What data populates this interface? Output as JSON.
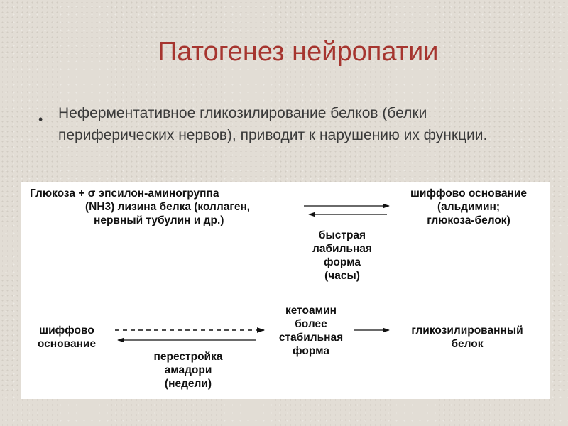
{
  "slide": {
    "title": "Патогенез нейропатии",
    "bullet": "Неферментативное гликозилирование белков (белки периферических нервов), приводит к нарушению их функции."
  },
  "diagram": {
    "glucose_line1": "Глюкоза + σ эпсилон-аминогруппа",
    "glucose_line2": "(NH3) лизина белка (коллаген,",
    "glucose_line3": "нервный тубулин и  др.)",
    "schiff_top_line1": "шиффово основание",
    "schiff_top_line2": "(альдимин;",
    "schiff_top_line3": "глюкоза-белок)",
    "labile_line1": "быстрая",
    "labile_line2": "лабильная",
    "labile_line3": "форма",
    "labile_line4": "(часы)",
    "schiff_bottom_line1": "шиффово",
    "schiff_bottom_line2": "основание",
    "ketoamine_line1": "кетоамин",
    "ketoamine_line2": "более",
    "ketoamine_line3": "стабильная",
    "ketoamine_line4": "форма",
    "glycated_line1": "гликозилированный",
    "glycated_line2": "белок",
    "amadori_line1": "перестройка",
    "amadori_line2": "амадори",
    "amadori_line3": "(недели)"
  }
}
